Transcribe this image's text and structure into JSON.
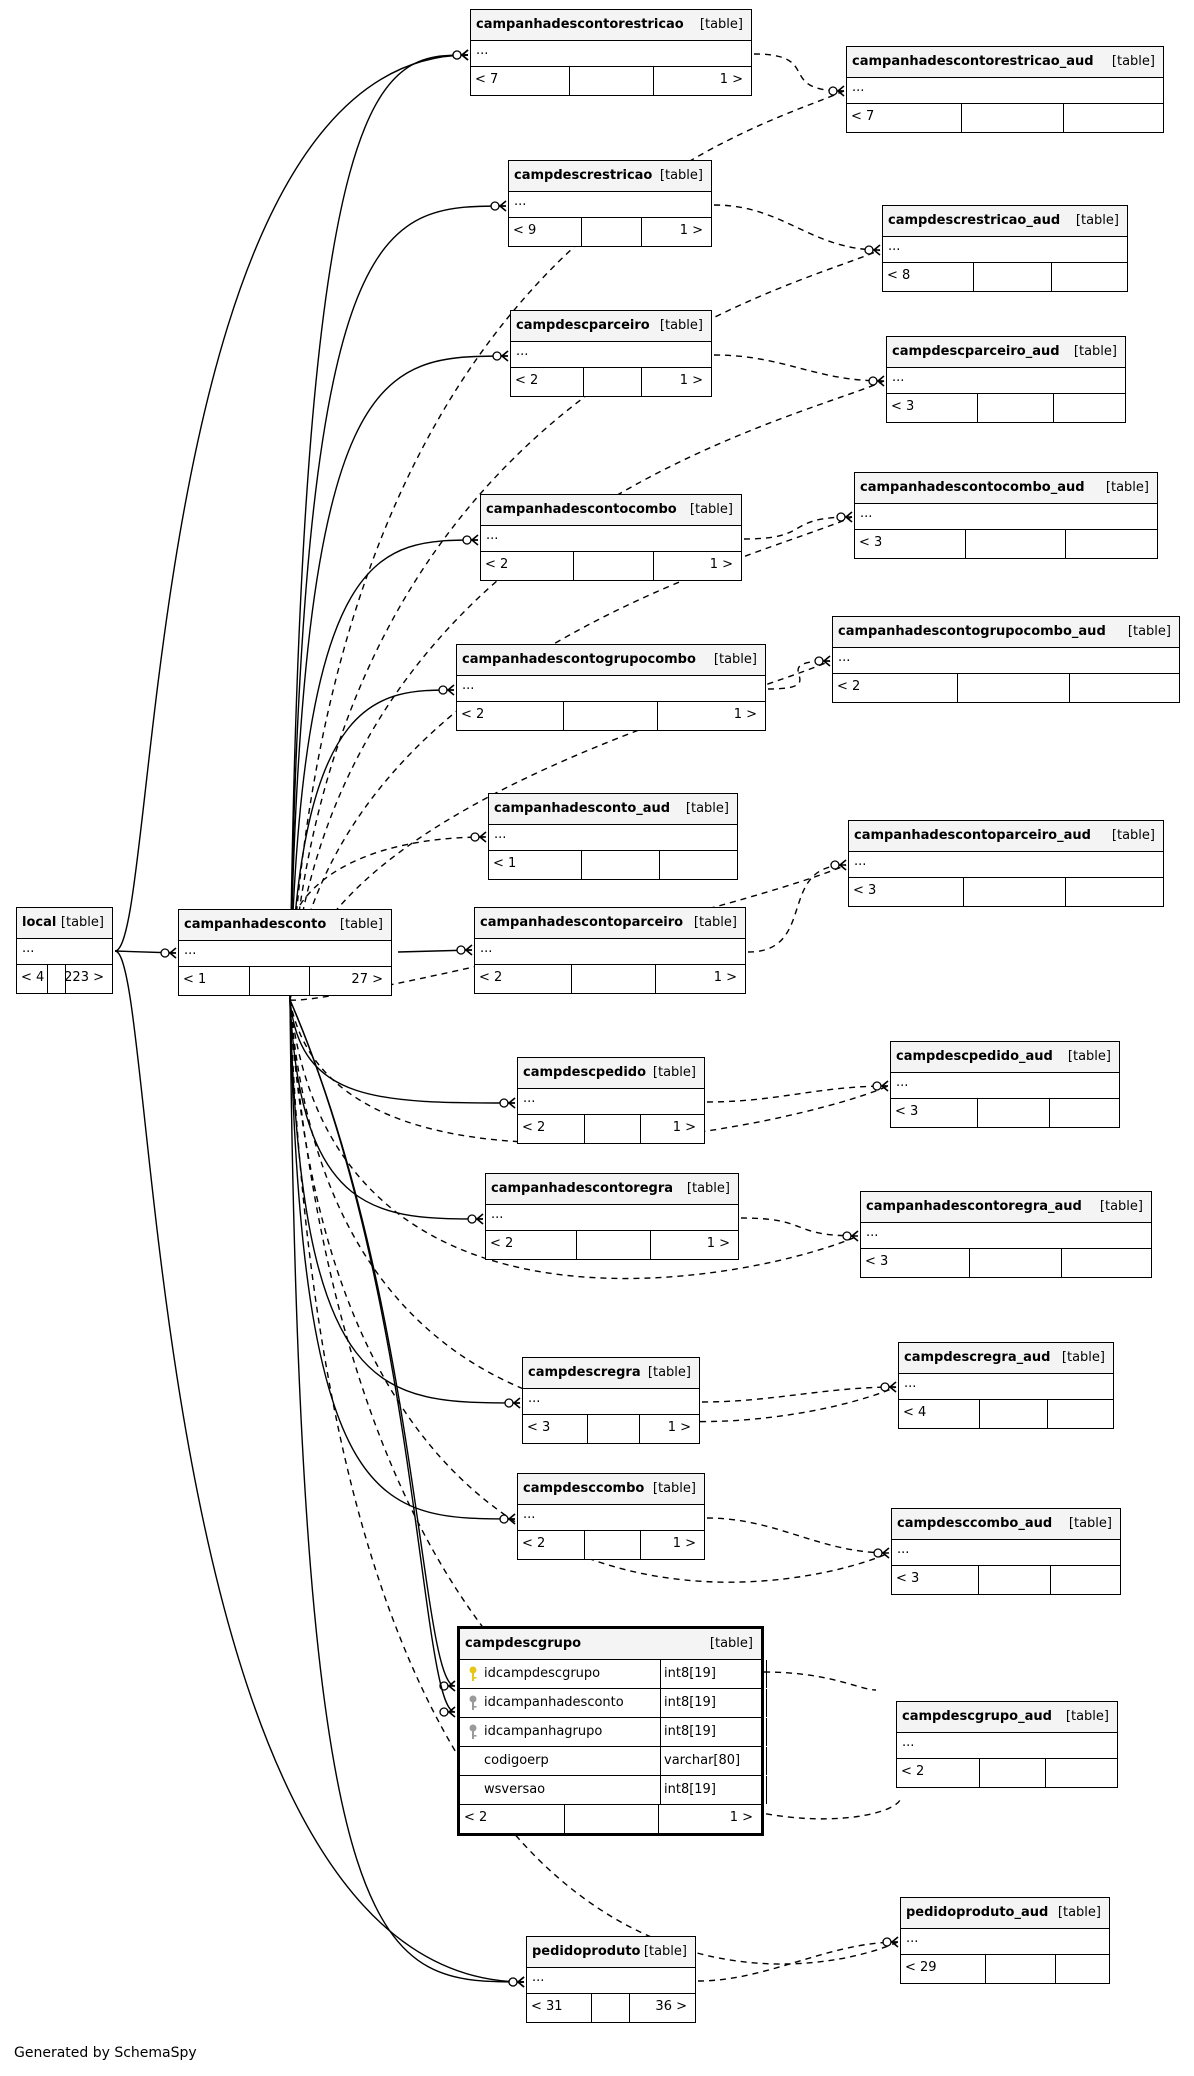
{
  "footer_text": "Generated by SchemaSpy",
  "table_tag": "[table]",
  "ellipsis": "...",
  "tables": [
    {
      "id": "local",
      "name": "local",
      "left": "< 4",
      "right": "223 >"
    },
    {
      "id": "campanhadesconto",
      "name": "campanhadesconto",
      "left": "< 1",
      "right": "27 >"
    },
    {
      "id": "campanhadescontorestricao",
      "name": "campanhadescontorestricao",
      "left": "< 7",
      "right": "1 >"
    },
    {
      "id": "campanhadescontorestricao_aud",
      "name": "campanhadescontorestricao_aud",
      "left": "< 7",
      "right": ""
    },
    {
      "id": "campdescrestricao",
      "name": "campdescrestricao",
      "left": "< 9",
      "right": "1 >"
    },
    {
      "id": "campdescrestricao_aud",
      "name": "campdescrestricao_aud",
      "left": "< 8",
      "right": ""
    },
    {
      "id": "campdescparceiro",
      "name": "campdescparceiro",
      "left": "< 2",
      "right": "1 >"
    },
    {
      "id": "campdescparceiro_aud",
      "name": "campdescparceiro_aud",
      "left": "< 3",
      "right": ""
    },
    {
      "id": "campanhadescontocombo",
      "name": "campanhadescontocombo",
      "left": "< 2",
      "right": "1 >"
    },
    {
      "id": "campanhadescontocombo_aud",
      "name": "campanhadescontocombo_aud",
      "left": "< 3",
      "right": ""
    },
    {
      "id": "campanhadescontogrupocombo",
      "name": "campanhadescontogrupocombo",
      "left": "< 2",
      "right": "1 >"
    },
    {
      "id": "campanhadescontogrupocombo_aud",
      "name": "campanhadescontogrupocombo_aud",
      "left": "< 2",
      "right": ""
    },
    {
      "id": "campanhadesconto_aud",
      "name": "campanhadesconto_aud",
      "left": "< 1",
      "right": ""
    },
    {
      "id": "campanhadescontoparceiro",
      "name": "campanhadescontoparceiro",
      "left": "< 2",
      "right": "1 >"
    },
    {
      "id": "campanhadescontoparceiro_aud",
      "name": "campanhadescontoparceiro_aud",
      "left": "< 3",
      "right": ""
    },
    {
      "id": "campdescpedido",
      "name": "campdescpedido",
      "left": "< 2",
      "right": "1 >"
    },
    {
      "id": "campdescpedido_aud",
      "name": "campdescpedido_aud",
      "left": "< 3",
      "right": ""
    },
    {
      "id": "campanhadescontoregra",
      "name": "campanhadescontoregra",
      "left": "< 2",
      "right": "1 >"
    },
    {
      "id": "campanhadescontoregra_aud",
      "name": "campanhadescontoregra_aud",
      "left": "< 3",
      "right": ""
    },
    {
      "id": "campdescregra",
      "name": "campdescregra",
      "left": "< 3",
      "right": "1 >"
    },
    {
      "id": "campdescregra_aud",
      "name": "campdescregra_aud",
      "left": "< 4",
      "right": ""
    },
    {
      "id": "campdesccombo",
      "name": "campdesccombo",
      "left": "< 2",
      "right": "1 >"
    },
    {
      "id": "campdesccombo_aud",
      "name": "campdesccombo_aud",
      "left": "< 3",
      "right": ""
    },
    {
      "id": "campdescgrupo_aud",
      "name": "campdescgrupo_aud",
      "left": "< 2",
      "right": ""
    },
    {
      "id": "pedidoproduto_aud",
      "name": "pedidoproduto_aud",
      "left": "< 29",
      "right": ""
    },
    {
      "id": "pedidoproduto",
      "name": "pedidoproduto",
      "left": "< 31",
      "right": "36 >"
    }
  ],
  "focus_table": {
    "name": "campdescgrupo",
    "columns": [
      {
        "name": "idcampdescgrupo",
        "type": "int8[19]",
        "key": "primary-key-icon"
      },
      {
        "name": "idcampanhadesconto",
        "type": "int8[19]",
        "key": "foreign-key-icon"
      },
      {
        "name": "idcampanhagrupo",
        "type": "int8[19]",
        "key": "foreign-key-icon"
      },
      {
        "name": "codigoerp",
        "type": "varchar[80]",
        "key": ""
      },
      {
        "name": "wsversao",
        "type": "int8[19]",
        "key": ""
      }
    ],
    "left": "< 2",
    "right": "1 >"
  },
  "colors": {
    "line": "#000000",
    "header": "#f4f4f4",
    "primary_key": "#e6c619",
    "foreign_key": "#9a9a9a"
  }
}
